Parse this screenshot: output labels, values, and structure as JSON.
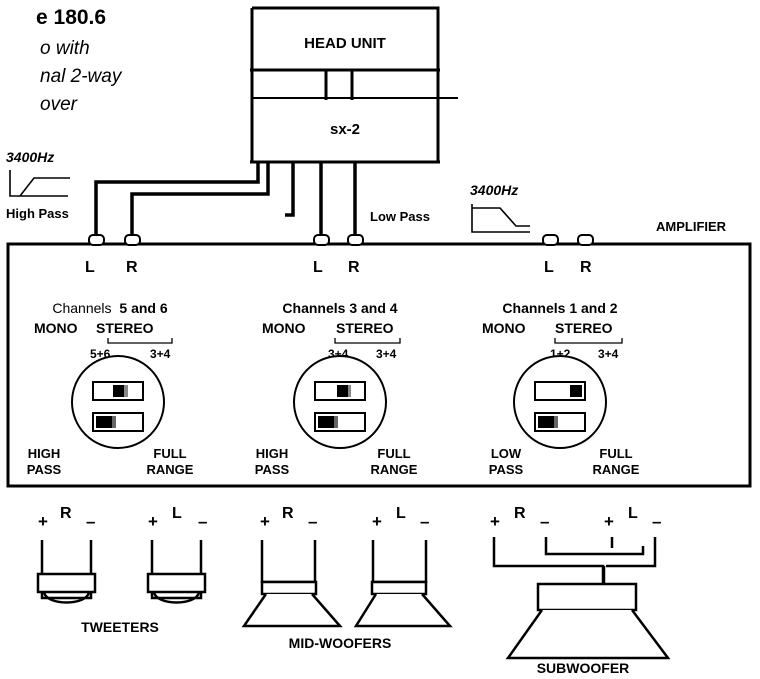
{
  "figure": {
    "title_fragment": "e 180.6",
    "caption_lines": [
      "o with",
      "nal 2-way",
      "over"
    ]
  },
  "head_unit": {
    "label": "HEAD UNIT"
  },
  "processor": {
    "label": "sx-2"
  },
  "filters": {
    "high_pass": {
      "freq": "3400Hz",
      "label": "High Pass"
    },
    "low_pass": {
      "freq": "3400Hz",
      "label": "Low Pass"
    }
  },
  "amplifier": {
    "label": "AMPLIFIER",
    "inputs": [
      "L",
      "R",
      "L",
      "R",
      "L",
      "R"
    ],
    "sections": [
      {
        "title_prefix": "Channels",
        "title_nums": "5 and 6",
        "mode_mono": "MONO",
        "mode_stereo": "STEREO",
        "opt_a": "5+6",
        "opt_b": "3+4",
        "filter_left": [
          "HIGH",
          "PASS"
        ],
        "filter_right": [
          "FULL",
          "RANGE"
        ]
      },
      {
        "title": "Channels 3 and 4",
        "mode_mono": "MONO",
        "mode_stereo": "STEREO",
        "opt_a": "3+4",
        "opt_b": "3+4",
        "filter_left": [
          "HIGH",
          "PASS"
        ],
        "filter_right": [
          "FULL",
          "RANGE"
        ]
      },
      {
        "title": "Channels 1 and 2",
        "mode_mono": "MONO",
        "mode_stereo": "STEREO",
        "opt_a": "1+2",
        "opt_b": "3+4",
        "filter_left": [
          "LOW",
          "PASS"
        ],
        "filter_right": [
          "FULL",
          "RANGE"
        ]
      }
    ],
    "outputs": [
      {
        "ch": "R",
        "plus": "+",
        "minus": "–"
      },
      {
        "ch": "L",
        "plus": "+",
        "minus": "–"
      },
      {
        "ch": "R",
        "plus": "+",
        "minus": "–"
      },
      {
        "ch": "L",
        "plus": "+",
        "minus": "–"
      },
      {
        "ch": "R",
        "plus": "+",
        "minus": "–"
      },
      {
        "ch": "L",
        "plus": "+",
        "minus": "–"
      }
    ]
  },
  "speakers": {
    "tweeters": "TWEETERS",
    "mid_woofers": "MID-WOOFERS",
    "subwoofer": "SUBWOOFER"
  }
}
